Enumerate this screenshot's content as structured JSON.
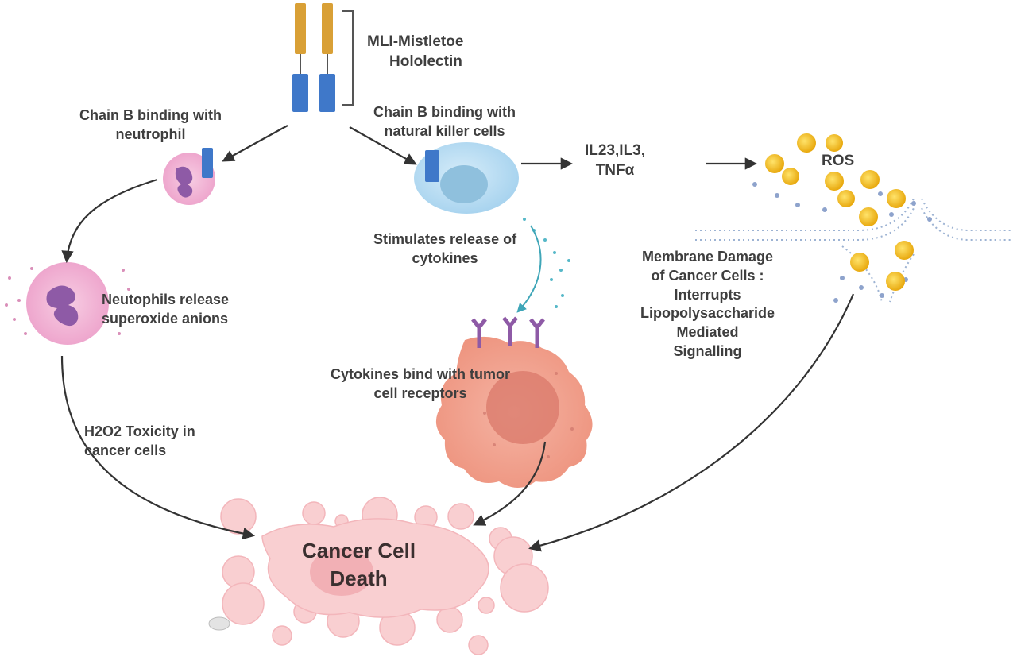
{
  "molecule": {
    "name": [
      "MLI-Mistletoe",
      "Hololectin"
    ]
  },
  "labels": {
    "chain_b_neutrophil": [
      "Chain B binding with",
      "neutrophil"
    ],
    "chain_b_nk": [
      "Chain B binding with",
      "natural killer cells"
    ],
    "cytokines_out": [
      "IL23,IL3,",
      "TNFα"
    ],
    "ros": "ROS",
    "stimulates": [
      "Stimulates release of",
      "cytokines"
    ],
    "membrane": [
      "Membrane Damage",
      "of Cancer Cells :",
      "Interrupts",
      "Lipopolysaccharide",
      "Mediated",
      "Signalling"
    ],
    "neutrophils_release": [
      "Neutophils release",
      "superoxide anions"
    ],
    "cytokines_bind": [
      "Cytokines bind with tumor",
      "cell receptors"
    ],
    "h2o2": [
      "H2O2 Toxicity in",
      "cancer cells"
    ],
    "death": [
      "Cancer Cell",
      "Death"
    ]
  },
  "colors": {
    "chain_a": "#d9a036",
    "chain_b": "#3f78c9",
    "neutrophil": "#f2b8d8",
    "nucleus": "#8e5aa6",
    "nk_cell": "#bfe1f5",
    "ros": "#f5c518",
    "tumor": "#f2a493",
    "dead_cell": "#f9cfd1",
    "arrow": "#333333",
    "teal_arrow": "#3fa6b8"
  }
}
